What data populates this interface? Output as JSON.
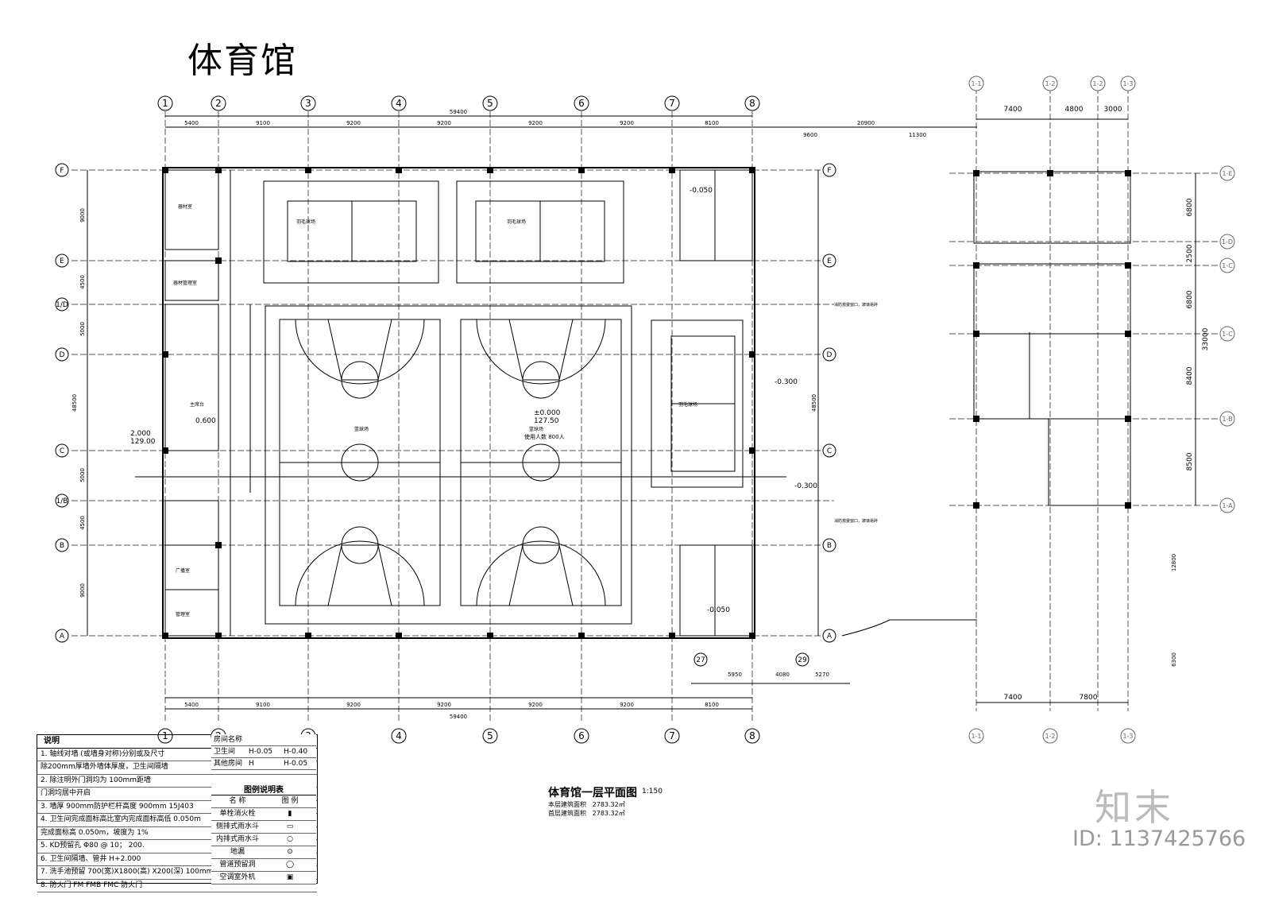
{
  "title": "体育馆",
  "plan_caption": "体育馆一层平面图",
  "plan_scale": "1:150",
  "area_lines": [
    {
      "label": "本层建筑面积",
      "value": "2783.32㎡"
    },
    {
      "label": "首层建筑面积",
      "value": "2783.32㎡"
    }
  ],
  "brand": "知末",
  "watermark_id": "ID: 1137425766",
  "axes": {
    "numbered": [
      "1",
      "2",
      "3",
      "4",
      "5",
      "6",
      "7",
      "8"
    ],
    "lettered": [
      "F",
      "E",
      "1/D",
      "D",
      "C",
      "1/B",
      "B",
      "A"
    ],
    "right_numbered": [
      "1-1",
      "1-2",
      "1-2",
      "1-3"
    ],
    "right_lettered": [
      "1-E",
      "1-D",
      "1-C",
      "1-C",
      "1-B",
      "1-A"
    ],
    "lower": [
      "27",
      "29"
    ]
  },
  "dims": {
    "overall": "59400",
    "top_bays": [
      "5400",
      "9100",
      "9200",
      "9200",
      "9200",
      "9200",
      "8100"
    ],
    "bottom_bays": [
      "5400",
      "9100",
      "9200",
      "9200",
      "9200",
      "9200",
      "8100"
    ],
    "right_top": [
      "20900",
      "9600",
      "11300"
    ],
    "right_plan_top": [
      "7400",
      "4800",
      "3000"
    ],
    "right_plan_bottom": [
      "7400",
      "7800"
    ],
    "right_vertical": [
      "6800",
      "2500",
      "6800",
      "8400",
      "8500",
      "12800",
      "6300"
    ],
    "right_total": "33000",
    "left_vertical": [
      "9000",
      "4500",
      "5000",
      "5000",
      "4500",
      "9000"
    ],
    "left_total": "48500",
    "lower_bays": [
      "5950",
      "4080",
      "5270"
    ]
  },
  "rooms": {
    "equipment": "器材室",
    "equipment_mgmt": "器材管理室",
    "stage": "主席台",
    "stage_level": "0.600",
    "outdoor_level_a": "2.000",
    "outdoor_level_b": "129.00",
    "broadcast": "广播室",
    "control": "管理室",
    "badminton": "羽毛球场",
    "basketball": "篮球场",
    "floor_level_a": "±0.000",
    "floor_level_b": "127.50",
    "floor_note": "篮球场",
    "floor_note2": "使用人数  800人",
    "wc_level": "-0.050",
    "side_level_a": "-0.300",
    "side_level_b": "-0.300",
    "annot_a": "消防救援窗口，玻璃易碎",
    "annot_b": "消防救援窗口，玻璃易碎"
  },
  "notes": {
    "header": "说明",
    "lines": [
      "1. 轴线对墙 (或墙身对称)分别或及尺寸",
      "  除200mm厚墙外墙体厚度，卫生间隔墙",
      "2. 除注明外门洞均为  100mm距墙",
      "  门洞均居中开启",
      "3. 墙厚 900mm防护栏杆高度 900mm  15J403",
      "4. 卫生间完成面标高比室内完成面标高低  0.050m",
      "  完成面标高  0.050m，坡度为 1%",
      "5. KD预留孔  Φ80  @  10；  200.",
      "6. 卫生间隔墙、管井  H+2.000",
      "7. 洗手池预留  700(宽)X1800(高) X200(深)  100mm",
      "8. 防火门 FM  FMB  FMC  防火门"
    ]
  },
  "finish_table": [
    {
      "a": "房间名称",
      "b": "",
      "c": ""
    },
    {
      "a": "卫生间",
      "b": "H-0.05",
      "c": "H-0.40"
    },
    {
      "a": "其他房间",
      "b": "H",
      "c": "H-0.05"
    }
  ],
  "legend": {
    "title": "图例说明表",
    "col_name": "名 称",
    "col_icon": "图 例",
    "items": [
      "单栓消火栓",
      "侧排式雨水斗",
      "内排式雨水斗",
      "地漏",
      "管道预留洞",
      "空调室外机"
    ]
  }
}
